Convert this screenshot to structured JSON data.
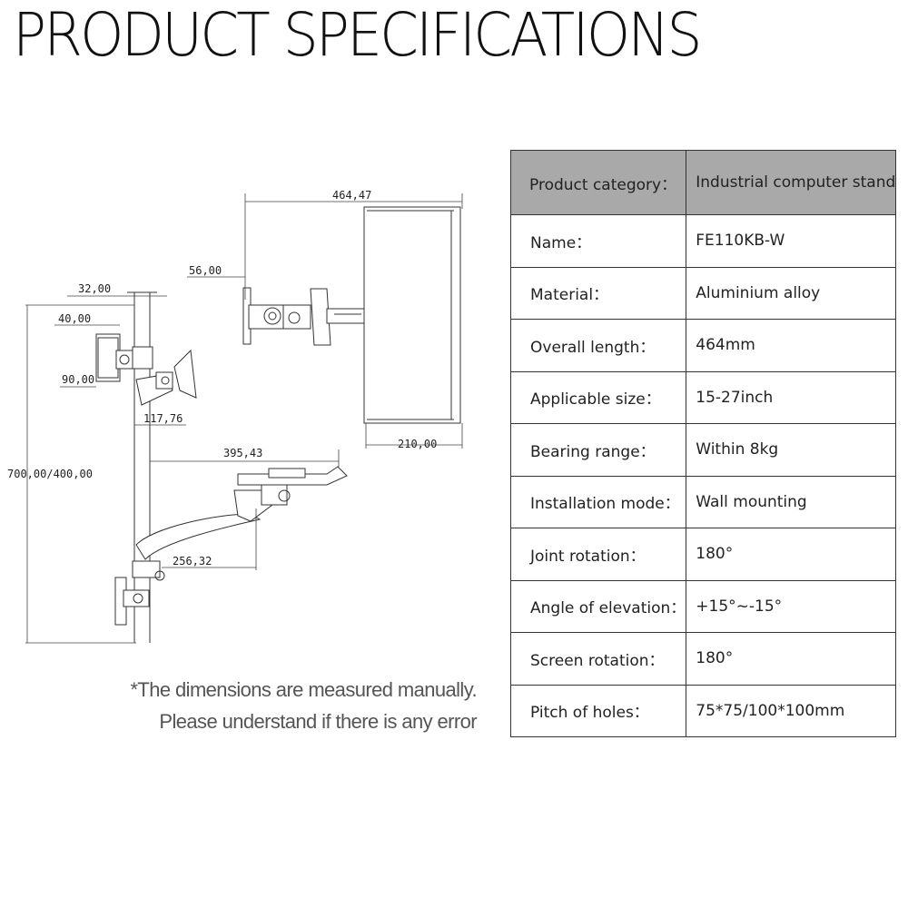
{
  "page": {
    "title": "PRODUCT SPECIFICATIONS"
  },
  "drawing": {
    "dimensions": {
      "overall_length": "464,47",
      "top_offset": "56,00",
      "arm_left": "32,00",
      "clamp_left": "40,00",
      "clamp_height": "90,00",
      "joint_offset": "117,76",
      "height_range": "700,00/400,00",
      "arm_length": "395,43",
      "lower_arm": "256,32",
      "screen_depth": "210,00"
    }
  },
  "note": {
    "line1": "*The dimensions are measured manually.",
    "line2": "Please understand if there is any error"
  },
  "specs": {
    "header": {
      "label": "Product category：",
      "value": "Industrial computer stand"
    },
    "rows": [
      {
        "label": "Name：",
        "value": "FE110KB-W"
      },
      {
        "label": "Material：",
        "value": "Aluminium alloy"
      },
      {
        "label": "Overall length：",
        "value": "464mm"
      },
      {
        "label": "Applicable size：",
        "value": "15-27inch"
      },
      {
        "label": "Bearing range：",
        "value": "Within 8kg"
      },
      {
        "label": "Installation mode：",
        "value": "Wall mounting"
      },
      {
        "label": "Joint rotation：",
        "value": "180°"
      },
      {
        "label": "Angle of elevation：",
        "value": "+15°~-15°"
      },
      {
        "label": "Screen rotation：",
        "value": "180°"
      },
      {
        "label": "Pitch of holes：",
        "value": "75*75/100*100mm"
      }
    ]
  }
}
